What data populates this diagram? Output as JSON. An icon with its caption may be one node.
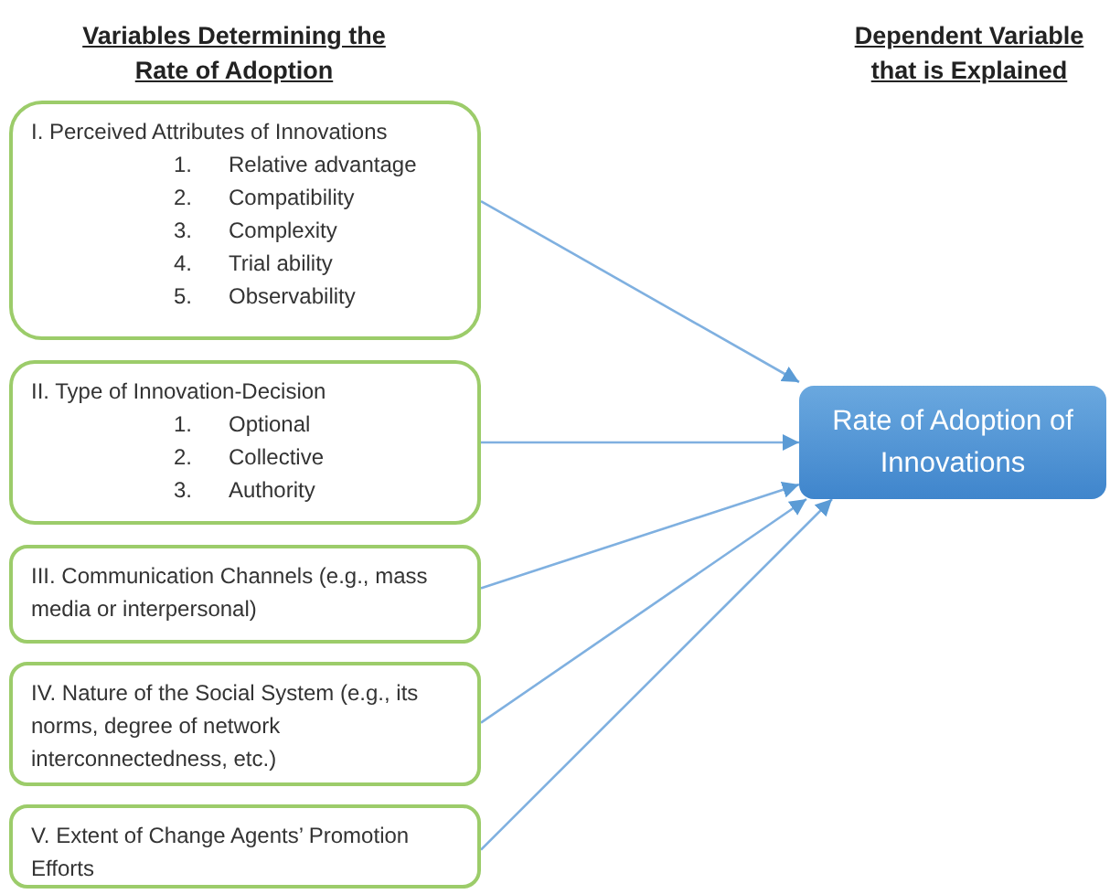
{
  "diagram": {
    "nodes": [
      {
        "text": [
          "I. Perceived Attributes of Innovations",
          "1.",
          "Relative advantage",
          "2.",
          "Compatibility",
          "3.",
          "Complexity",
          "4.",
          "Trial ability",
          "5.",
          "Observability"
        ]
      },
      {
        "text": [
          "II. Type of Innovation-Decision",
          "1.",
          "Optional",
          "2.",
          "Collective",
          "3.",
          "Authority"
        ]
      },
      {
        "text": [
          "III. Communication Channels (e.g., mass media or interpersonal)"
        ]
      },
      {
        "text": [
          "IV. Nature of the Social System (e.g., its norms, degree of network interconnectedness, etc.)"
        ]
      },
      {
        "text": [
          "V. Extent of Change Agents’ Promotion Efforts"
        ]
      },
      {
        "text": [
          "Rate of Adoption of Innovations"
        ]
      }
    ],
    "edges": [
      {
        "from": 0,
        "to": 5,
        "arrow": "to"
      },
      {
        "from": 1,
        "to": 5,
        "arrow": "to"
      },
      {
        "from": 2,
        "to": 5,
        "arrow": "to"
      },
      {
        "from": 3,
        "to": 5,
        "arrow": "to"
      },
      {
        "from": 4,
        "to": 5,
        "arrow": "to"
      }
    ],
    "labels": [
      "Variables Determining the Rate of Adoption",
      "Dependent Variable that is Explained"
    ]
  }
}
